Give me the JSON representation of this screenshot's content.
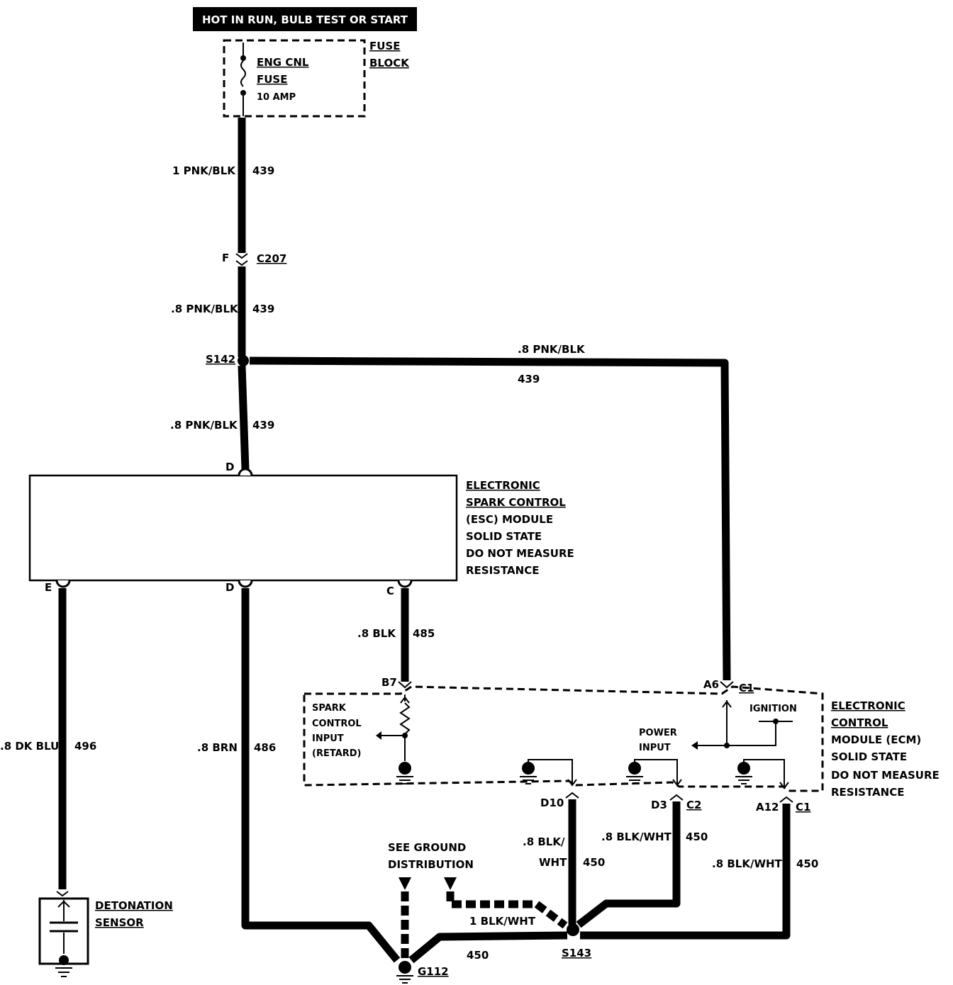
{
  "header": {
    "power_label": "HOT IN RUN, BULB TEST OR START"
  },
  "fuse_block": {
    "title_line1": "FUSE",
    "title_line2": "BLOCK",
    "fuse_name_line1": "ENG CNL",
    "fuse_name_line2": "FUSE",
    "fuse_rating": "10 AMP"
  },
  "wires": {
    "w1_gauge": "1 PNK/BLK",
    "w1_circuit": "439",
    "connector_c207": "C207",
    "connector_c207_pin": "F",
    "w2_gauge": ".8 PNK/BLK",
    "w2_circuit": "439",
    "splice_s142": "S142",
    "w3_gauge": ".8 PNK/BLK",
    "w3_circuit": "439",
    "w4_gauge": ".8 PNK/BLK",
    "w4_circuit": "439",
    "w5_gauge": ".8 DK BLU",
    "w5_circuit": "496",
    "w6_gauge": ".8 BRN",
    "w6_circuit": "486",
    "w7_gauge": ".8 BLK",
    "w7_circuit": "485",
    "w8_gauge_l1": ".8 BLK/",
    "w8_gauge_l2": "WHT",
    "w8_circuit": "450",
    "w9_gauge": ".8 BLK/WHT",
    "w9_circuit": "450",
    "w10_gauge": ".8 BLK/WHT",
    "w10_circuit": "450",
    "w11_gauge": "1 BLK/WHT",
    "w12_circuit": "450",
    "splice_s143": "S143",
    "ground_g112": "G112"
  },
  "esc_module": {
    "pin_top": "D",
    "pin_e": "E",
    "pin_d": "D",
    "pin_c": "C",
    "line1": "ELECTRONIC",
    "line2": "SPARK CONTROL",
    "line3": "(ESC) MODULE",
    "line4": "SOLID STATE",
    "line5": "DO NOT MEASURE",
    "line6": "RESISTANCE"
  },
  "ecm": {
    "pin_b7": "B7",
    "pin_a6": "A6",
    "conn_c1_top": "C1",
    "pin_d10": "D10",
    "pin_d3": "D3",
    "conn_c2": "C2",
    "pin_a12": "A12",
    "conn_c1_bottom": "C1",
    "spark_l1": "SPARK",
    "spark_l2": "CONTROL",
    "spark_l3": "INPUT",
    "spark_l4": "(RETARD)",
    "ignition": "IGNITION",
    "power_l1": "POWER",
    "power_l2": "INPUT",
    "line1": "ELECTRONIC",
    "line2": "CONTROL",
    "line3": "MODULE (ECM)",
    "line4": "SOLID STATE",
    "line5": "DO NOT MEASURE",
    "line6": "RESISTANCE"
  },
  "sensor": {
    "line1": "DETONATION",
    "line2": "SENSOR"
  },
  "ground_ref": {
    "line1": "SEE GROUND",
    "line2": "DISTRIBUTION"
  }
}
